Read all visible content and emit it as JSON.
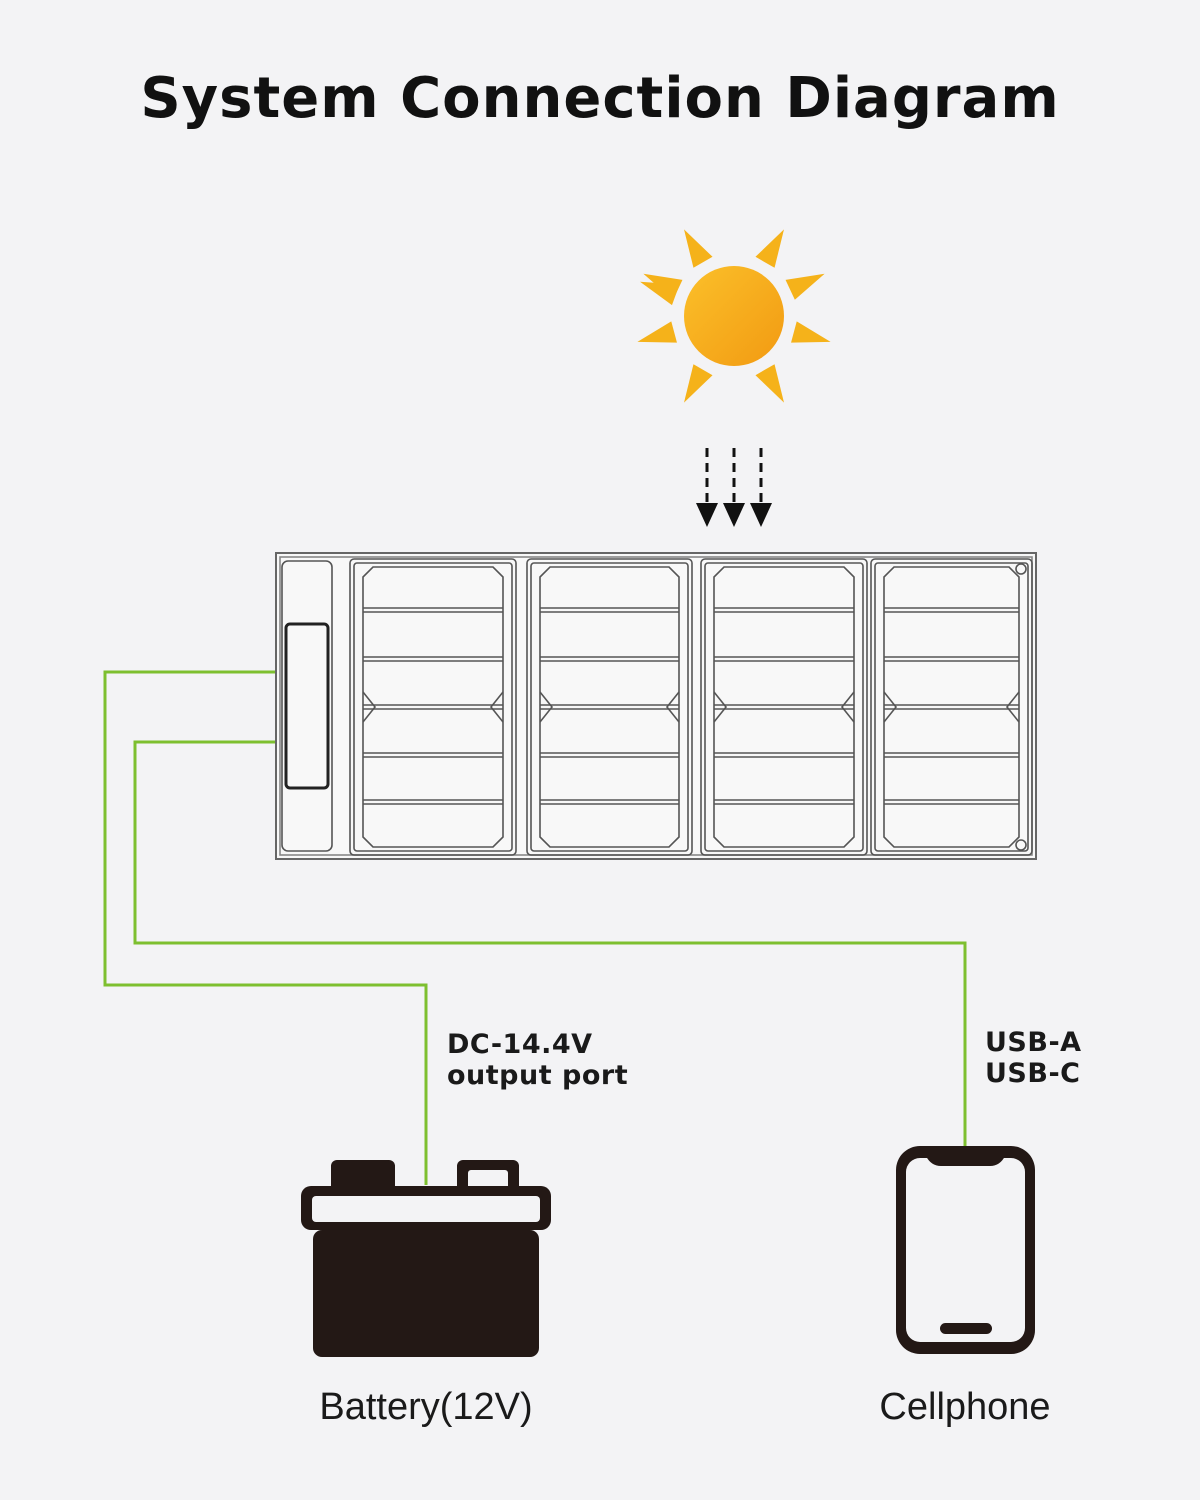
{
  "title": "System Connection Diagram",
  "labels": {
    "dc_port_line1": "DC-14.4V",
    "dc_port_line2": "output port",
    "usb_line1": "USB-A",
    "usb_line2": "USB-C",
    "battery": "Battery(12V)",
    "cellphone": "Cellphone"
  },
  "colors": {
    "background": "#f3f3f5",
    "wire": "#7dbf2f",
    "sun_core": "#f7a81b",
    "sun_rays": "#f5b21a",
    "device_fill": "#231815",
    "panel_outline": "#555555"
  },
  "icons": [
    "sun-icon",
    "arrow-down-icon",
    "solar-panel-icon",
    "battery-icon",
    "cellphone-icon"
  ]
}
